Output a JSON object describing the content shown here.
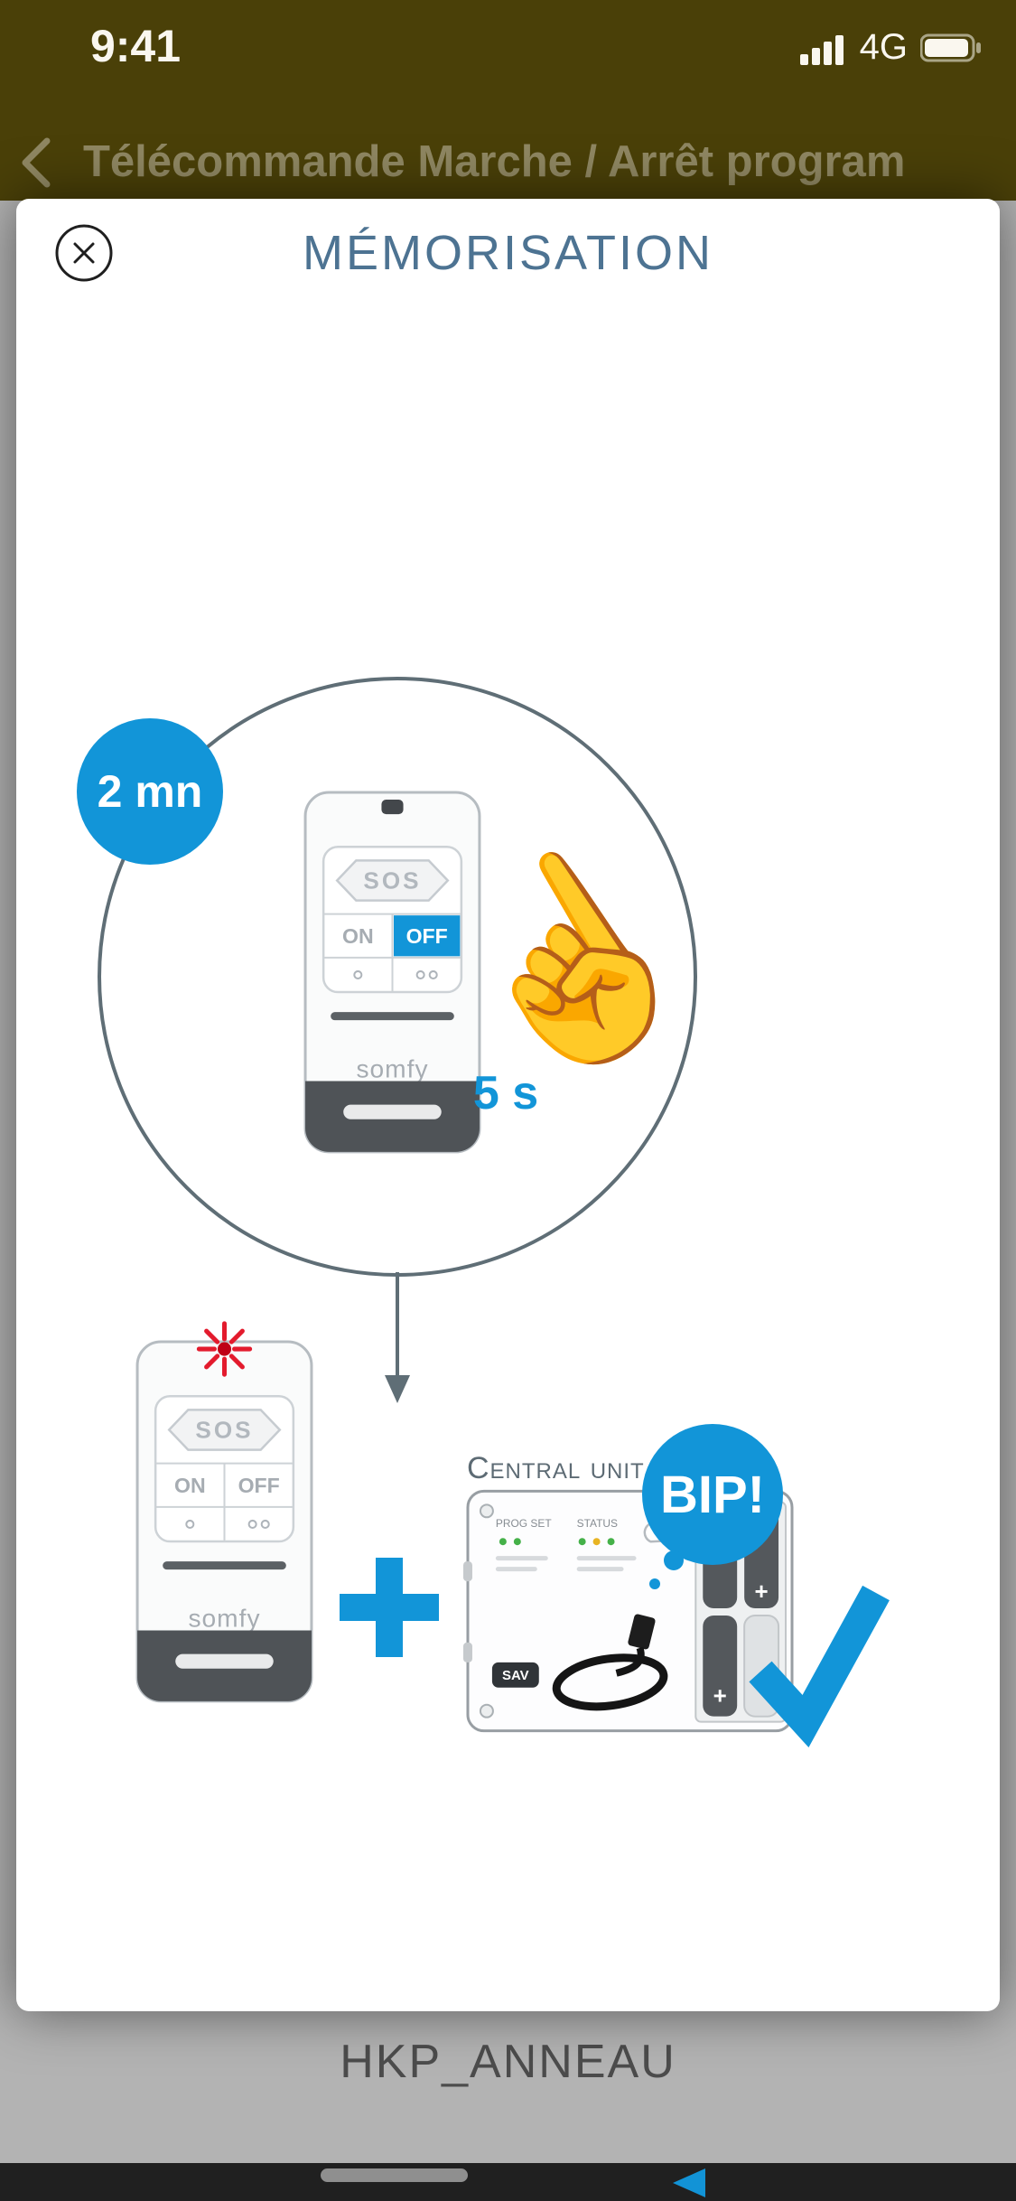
{
  "status_bar": {
    "time": "9:41",
    "network": "4G"
  },
  "app_header": {
    "title": "Télécommande Marche / Arrêt program"
  },
  "modal": {
    "title": "MÉMORISATION",
    "diagram": {
      "duration_badge": "2 mn",
      "press_duration": "5 s",
      "remote_top": {
        "sos": "SOS",
        "on": "ON",
        "off": "OFF",
        "brand": "somfy"
      },
      "remote_bottom": {
        "sos": "SOS",
        "on": "ON",
        "off": "OFF",
        "brand": "somfy"
      },
      "central_unit_label": "Central unit",
      "central_unit": {
        "prog_set": "PROG SET",
        "status": "STATUS",
        "sav": "SAV",
        "battery_plus": "+"
      },
      "beep_badge": "BIP!"
    }
  },
  "background_page": {
    "label": "HKP_ANNEAU"
  },
  "icons": {
    "hand_tap": "☝"
  },
  "colors": {
    "accent_blue": "#1295d8",
    "title_blue": "#4d7392",
    "header_olive": "#4a4008",
    "alert_red": "#e31b2d"
  }
}
